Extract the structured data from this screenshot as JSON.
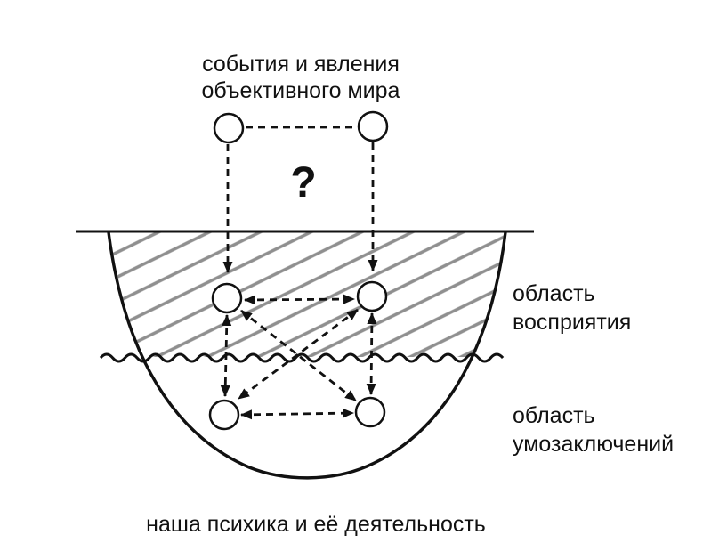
{
  "colors": {
    "ink": "#111111",
    "hatch": "#8f8f8f",
    "background": "#ffffff"
  },
  "captions": {
    "top_line1": "события и явления",
    "top_line2": "объективного мира",
    "question_mark": "?",
    "bottom": "наша психика и её деятельность"
  },
  "region_labels": {
    "perception_line1": "область",
    "perception_line2": "восприятия",
    "reasoning_line1": "область",
    "reasoning_line2": "умозаключений"
  },
  "graph": {
    "outer_world_nodes": 2,
    "perception_nodes": 2,
    "reasoning_nodes": 2,
    "edges": [
      {
        "from": "event-left",
        "to": "event-right",
        "style": "dashed",
        "arrows": "none"
      },
      {
        "from": "event-left",
        "to": "perception-left",
        "style": "dashed",
        "arrows": "one-way-down"
      },
      {
        "from": "event-right",
        "to": "perception-right",
        "style": "dashed",
        "arrows": "one-way-down"
      },
      {
        "from": "perception-left",
        "to": "perception-right",
        "style": "dashed",
        "arrows": "two-way"
      },
      {
        "from": "reasoning-left",
        "to": "reasoning-right",
        "style": "dashed",
        "arrows": "two-way"
      },
      {
        "from": "perception-left",
        "to": "reasoning-left",
        "style": "dashed",
        "arrows": "two-way"
      },
      {
        "from": "perception-right",
        "to": "reasoning-right",
        "style": "dashed",
        "arrows": "two-way"
      },
      {
        "from": "perception-left",
        "to": "reasoning-right",
        "style": "dashed",
        "arrows": "two-way"
      },
      {
        "from": "perception-right",
        "to": "reasoning-left",
        "style": "dashed",
        "arrows": "two-way"
      }
    ]
  }
}
